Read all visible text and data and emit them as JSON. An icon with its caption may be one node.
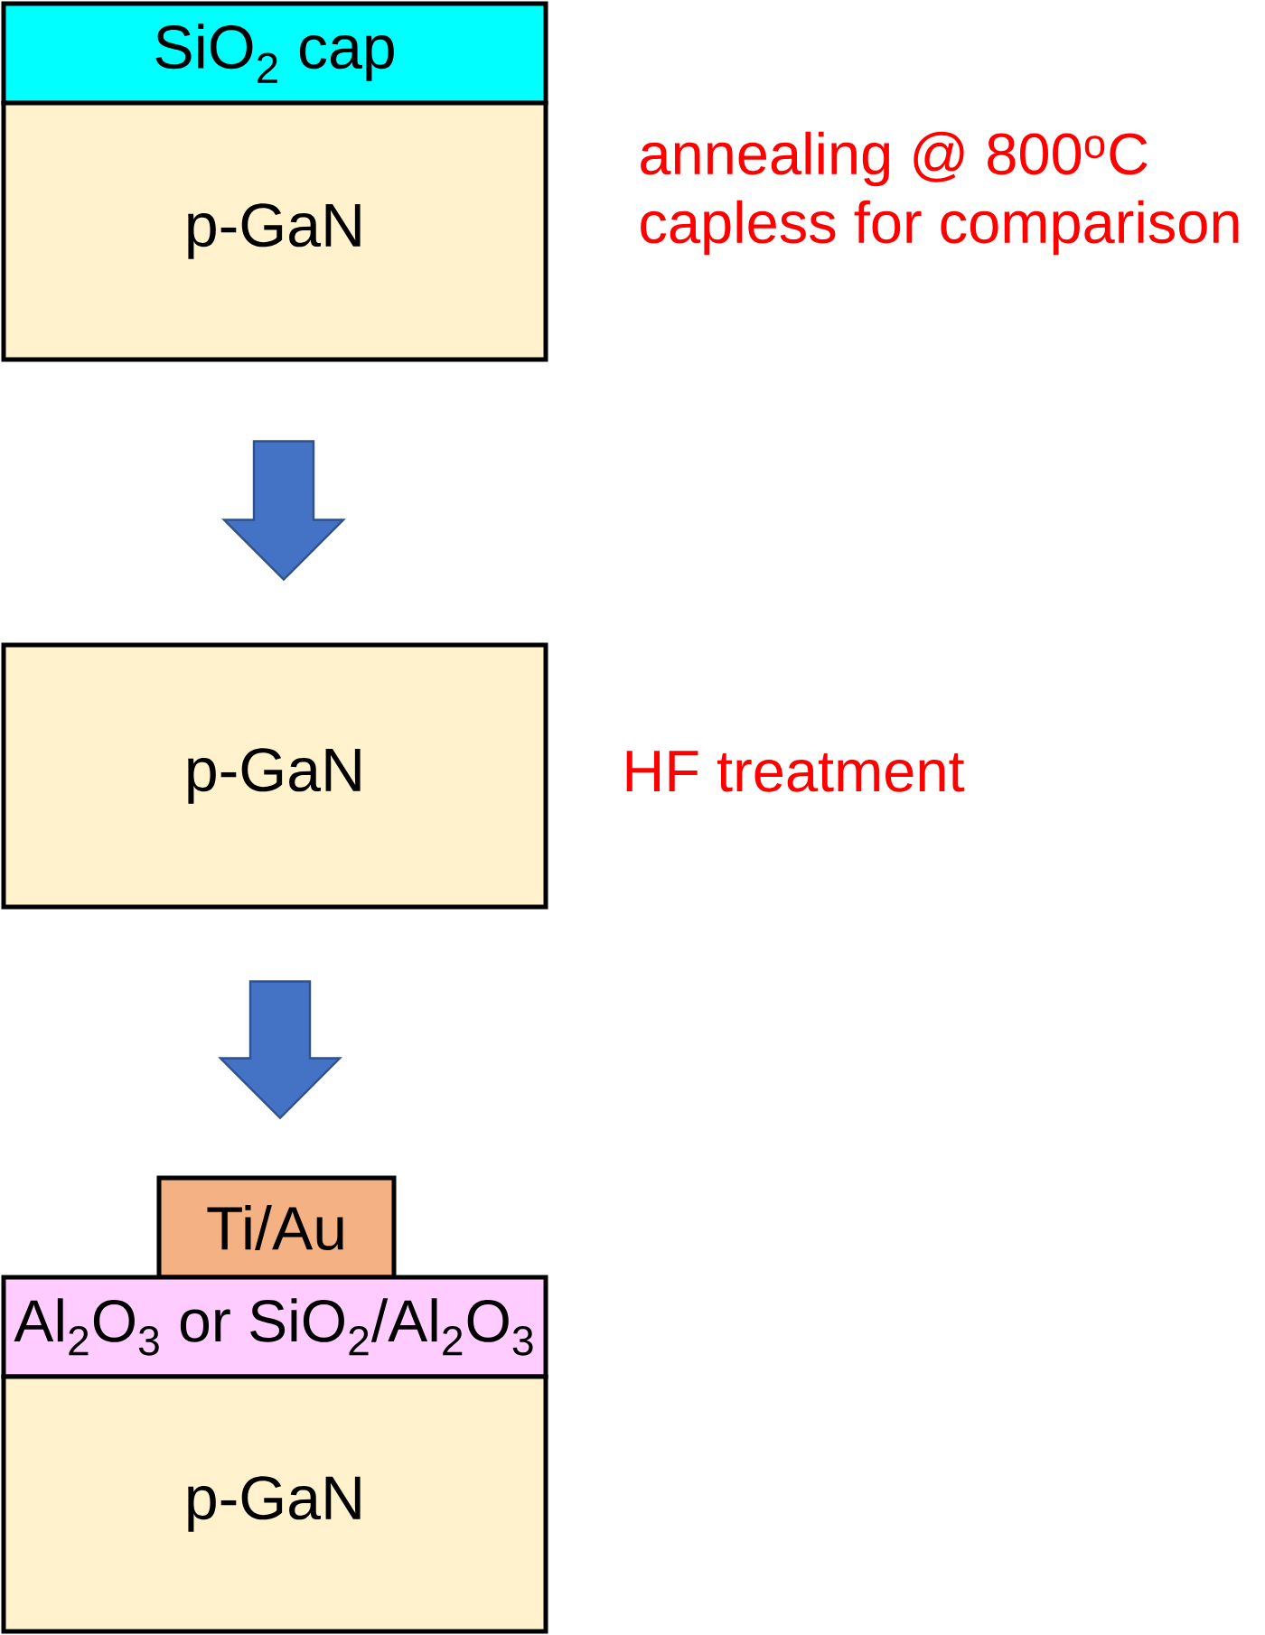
{
  "diagram": {
    "nodes": [
      {
        "text": [
          "SiO$_{2}$ cap"
        ]
      },
      {
        "text": [
          "p-GaN"
        ]
      },
      {
        "text": [
          "p-GaN"
        ]
      },
      {
        "text": [
          "Ti/Au"
        ]
      },
      {
        "text": [
          "Al$_{2}$O$_{3}$ or SiO$_{2}$/Al$_{2}$O$_{3}$"
        ]
      },
      {
        "text": [
          "p-GaN"
        ]
      }
    ],
    "edges": [
      {
        "from": 1,
        "to": 2,
        "arrow": "to"
      },
      {
        "from": 2,
        "to": 3,
        "arrow": "to"
      }
    ],
    "labels": [
      "annealing @ 800$^{o}$C",
      "capless for comparison",
      "HF treatment"
    ]
  }
}
